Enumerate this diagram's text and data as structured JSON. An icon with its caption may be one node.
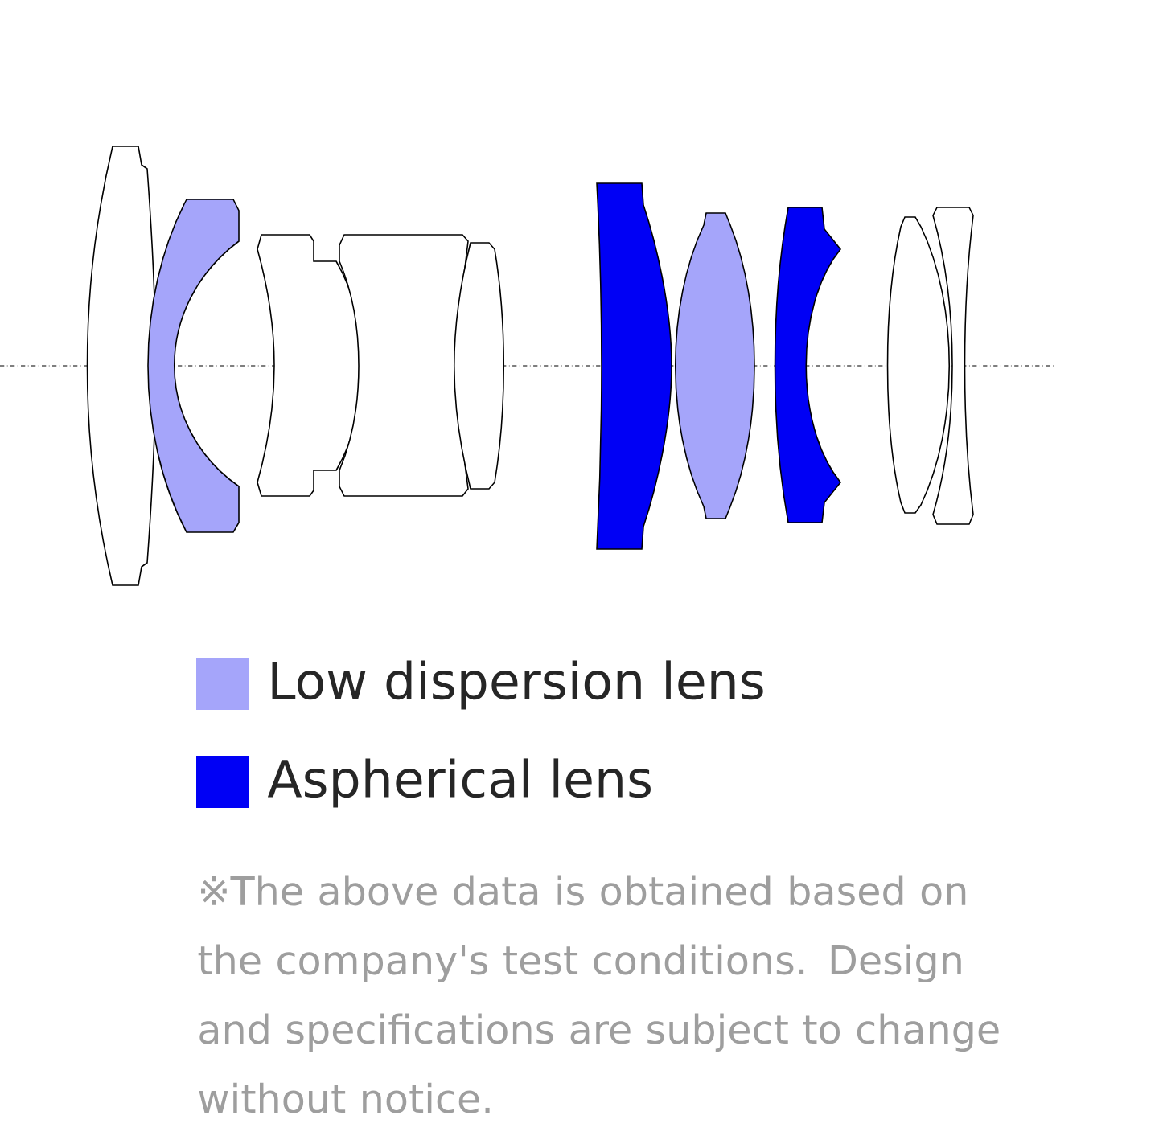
{
  "diagram": {
    "labels": [
      "※The above data is obtained based on the company's test conditions. Design and specifications are subject to change without notice."
    ],
    "legend": [
      {
        "text": "Low dispersion lens",
        "color": "#a5a5fa"
      },
      {
        "text": "Aspherical lens",
        "color": "#0000f5"
      }
    ]
  }
}
